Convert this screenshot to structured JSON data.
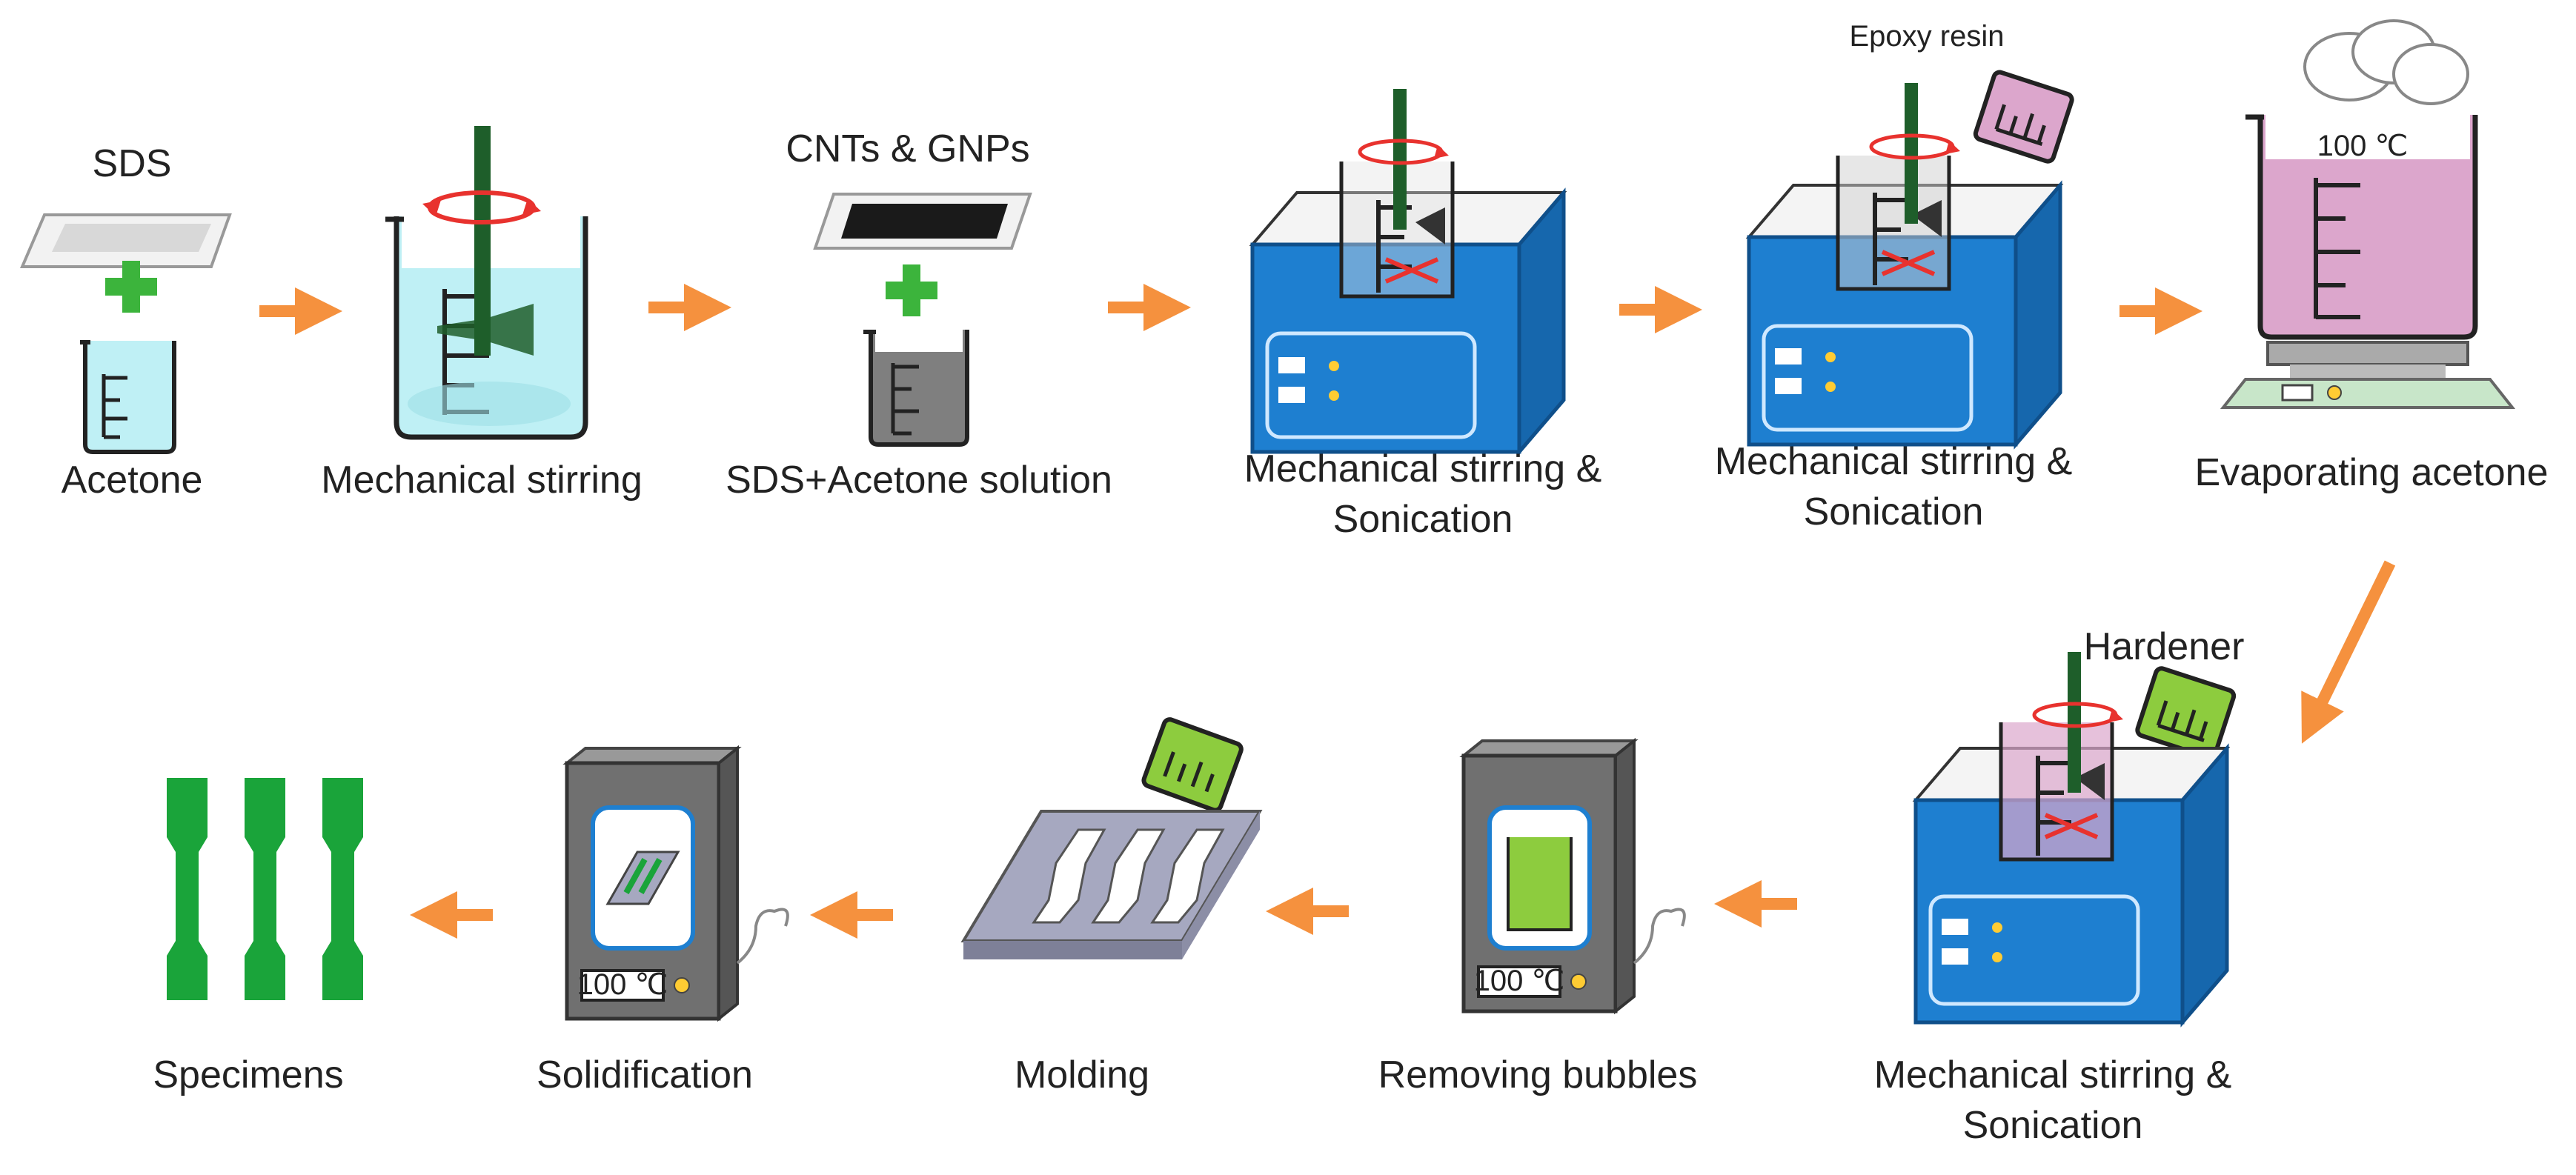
{
  "colors": {
    "arrow": "#f5913e",
    "water": "#bff0f5",
    "bath": "#1e7fd0",
    "stirrer": "#1e5e2a",
    "resin": "#dca6cc",
    "hardener": "#8dcc3e",
    "specimen": "#1aa43a",
    "plus": "#3cb43c",
    "red": "#e8322e"
  },
  "labels": {
    "sds": "SDS",
    "cnts_gnps": "CNTs & GNPs",
    "epoxy_resin": "Epoxy resin",
    "hardener": "Hardener",
    "temp1": "100 ℃",
    "temp2": "100 ℃",
    "temp3": "100 ℃"
  },
  "steps": {
    "acetone": "Acetone",
    "mech_stirring": "Mechanical stirring",
    "sds_acetone": "SDS+Acetone solution",
    "mix1_line1": "Mechanical stirring &",
    "mix1_line2": "Sonication",
    "mix2_line1": "Mechanical stirring &",
    "mix2_line2": "Sonication",
    "evaporating": "Evaporating acetone",
    "mix3_line1": "Mechanical stirring &",
    "mix3_line2": "Sonication",
    "removing_bubbles": "Removing bubbles",
    "molding": "Molding",
    "solidification": "Solidification",
    "specimens": "Specimens"
  }
}
